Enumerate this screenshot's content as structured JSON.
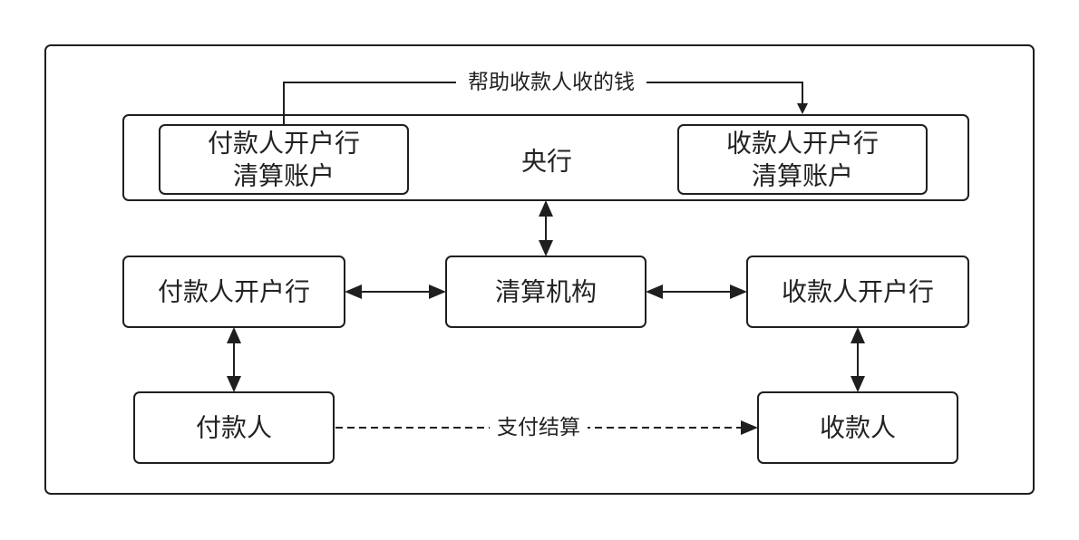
{
  "diagram": {
    "central_bank": {
      "label": "央行",
      "payer_bank_account": {
        "line1": "付款人开户行",
        "line2": "清算账户"
      },
      "payee_bank_account": {
        "line1": "收款人开户行",
        "line2": "清算账户"
      }
    },
    "nodes": {
      "clearing_house": "清算机构",
      "payer_bank": "付款人开户行",
      "payee_bank": "收款人开户行",
      "payer": "付款人",
      "payee": "收款人"
    },
    "edges": {
      "central_bank_transfer": "帮助收款人收的钱",
      "payment_settlement": "支付结算"
    },
    "colors": {
      "stroke": "#1f1f1f",
      "text": "#222222",
      "background": "#ffffff"
    }
  }
}
